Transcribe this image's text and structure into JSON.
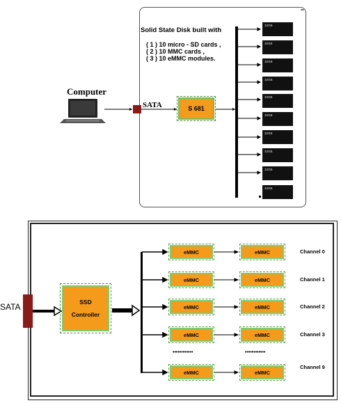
{
  "top": {
    "title": "Solid State Disk  built with",
    "lines": [
      "( 1 )  10  micro - SD cards ,",
      "( 2 )  10  MMC cards     ,",
      "( 3 )  10  eMMC modules."
    ],
    "computer_label": "Computer",
    "sata_label": "SATA",
    "chip_label": "S 681",
    "card_text": "32GB"
  },
  "bottom": {
    "sata_label": "SATA",
    "controller_line1": "SSD",
    "controller_line2": "Controller",
    "emmc_label": "eMMC",
    "dots": "••••••••••••",
    "channels": [
      "Channel 0",
      "Channel 1",
      "Channel 2",
      "Channel 3",
      "Channel 9"
    ]
  },
  "colors": {
    "chip": "#f59b1c",
    "chip_border": "#7fc96f",
    "sata_block": "#8b1a1a"
  }
}
